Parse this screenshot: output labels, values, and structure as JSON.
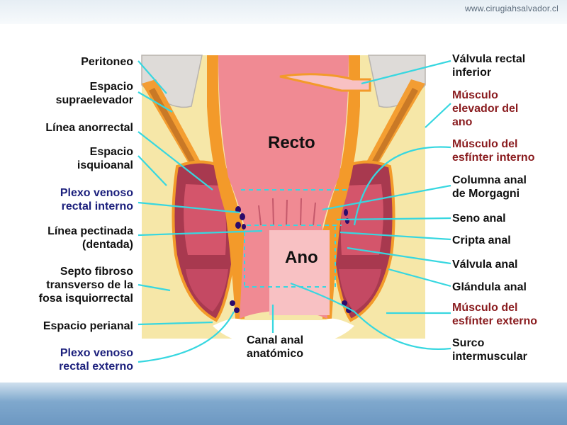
{
  "site_url": "www.cirugiahsalvador.cl",
  "colors": {
    "callout": "#37d7e0",
    "fat": "#f6e7a8",
    "muscle_dark": "#a8394f",
    "muscle_light": "#d4556b",
    "rectum": "#f08a93",
    "rectum_light": "#f8c1c3",
    "peritoneum": "#dedbd8",
    "orange_band": "#f39a2a",
    "navy_text": "#1b1f7c",
    "maroon_text": "#8a1c1f"
  },
  "center": {
    "recto": "Recto",
    "ano": "Ano",
    "canal": "Canal anal\nanatómico"
  },
  "left_labels": [
    {
      "id": "peritoneo",
      "text": "Peritoneo"
    },
    {
      "id": "espacio-supraelevador",
      "text": "Espacio\nsupraelevador"
    },
    {
      "id": "linea-anorrectal",
      "text": "Línea anorrectal"
    },
    {
      "id": "espacio-isquioanal",
      "text": "Espacio\nisquioanal"
    },
    {
      "id": "plexo-venoso-rectal-interno",
      "text": "Plexo venoso\nrectal interno"
    },
    {
      "id": "linea-pectinada",
      "text": "Línea pectinada\n(dentada)"
    },
    {
      "id": "septo-fibroso",
      "text": "Septo fibroso\ntransverso de la\nfosa isquiorrectal"
    },
    {
      "id": "espacio-perianal",
      "text": "Espacio perianal"
    },
    {
      "id": "plexo-venoso-rectal-externo",
      "text": "Plexo venoso\nrectal externo"
    }
  ],
  "right_labels": [
    {
      "id": "valvula-rectal-inferior",
      "text": "Válvula rectal\ninferior"
    },
    {
      "id": "musculo-elevador-del-ano",
      "text": "Músculo\nelevador del\nano"
    },
    {
      "id": "musculo-esfinter-interno",
      "text": "Músculo del\nesfínter interno"
    },
    {
      "id": "columna-anal-morgagni",
      "text": "Columna anal\nde Morgagni"
    },
    {
      "id": "seno-anal",
      "text": "Seno anal"
    },
    {
      "id": "cripta-anal",
      "text": "Cripta anal"
    },
    {
      "id": "valvula-anal",
      "text": "Válvula anal"
    },
    {
      "id": "glandula-anal",
      "text": "Glándula anal"
    },
    {
      "id": "musculo-esfinter-externo",
      "text": "Músculo del\nesfínter externo"
    },
    {
      "id": "surco-intermuscular",
      "text": "Surco\nintermuscular"
    }
  ]
}
